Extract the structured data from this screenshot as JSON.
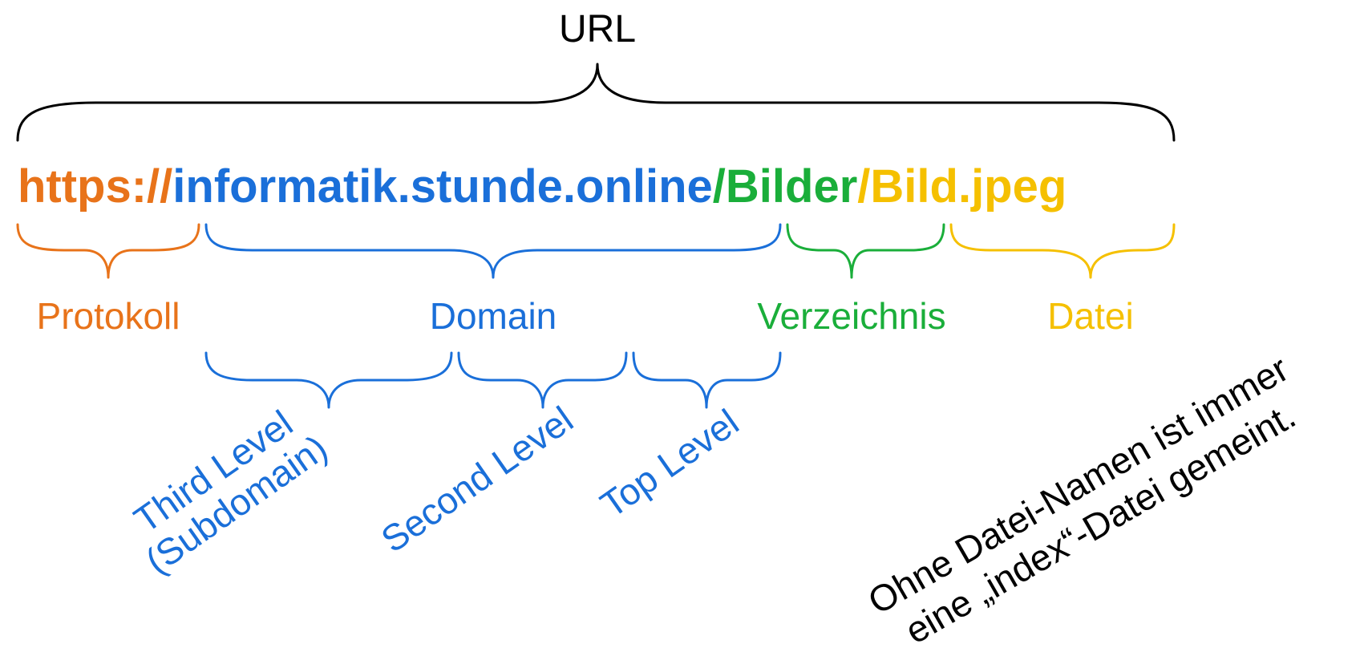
{
  "title": "URL",
  "colors": {
    "black": "#000000",
    "protocol": "#E8731A",
    "domain": "#1A6FD9",
    "directory": "#1AAE3A",
    "file": "#F5C000"
  },
  "url": {
    "protocol": "https://",
    "domain": "informatik.stunde.online",
    "directory": "/Bilder",
    "file": "/Bild.jpeg"
  },
  "labels": {
    "protocol": "Protokoll",
    "domain": "Domain",
    "directory": "Verzeichnis",
    "file": "Datei"
  },
  "domain_levels": {
    "third_line1": "Third Level",
    "third_line2": "(Subdomain)",
    "second": "Second Level",
    "top": "Top Level"
  },
  "note": {
    "line1": "Ohne Datei-Namen ist immer",
    "line2": "eine „index“-Datei gemeint."
  }
}
